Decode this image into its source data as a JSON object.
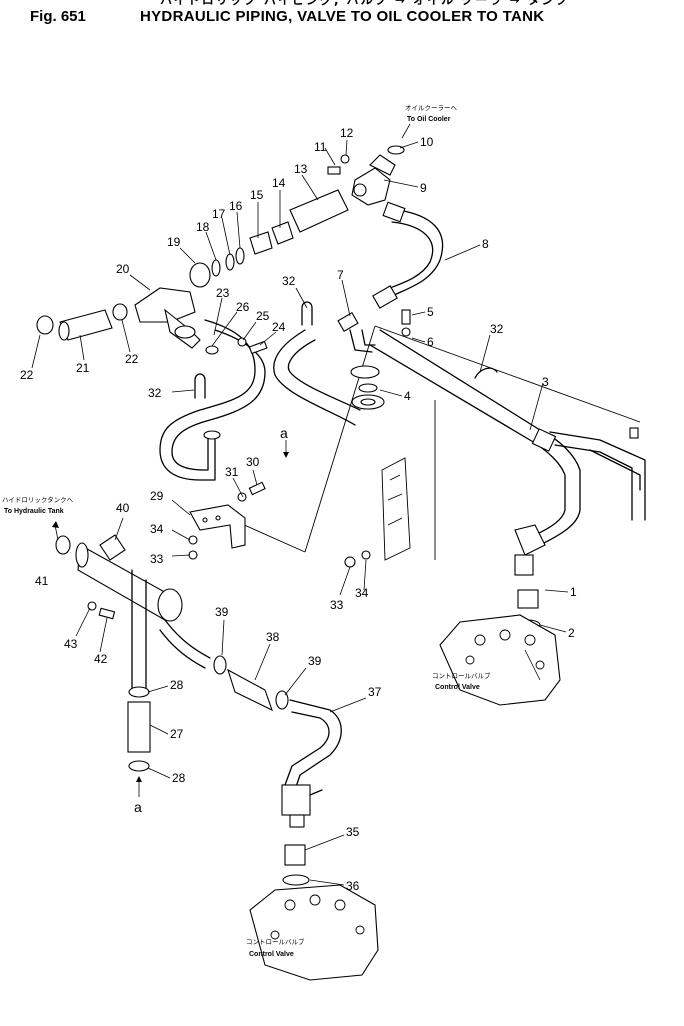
{
  "header": {
    "japanese": "ハイドロリック パイピング, バルブ → オイル クーラ → タンク",
    "fig_label": "Fig. 651",
    "title": "HYDRAULIC PIPING, VALVE TO OIL COOLER TO TANK"
  },
  "notes": {
    "oil_cooler_jp": "オイルクーラーへ",
    "oil_cooler_en": "To Oil Cooler",
    "tank_jp": "ハイドロリックタンクへ",
    "tank_en": "To Hydraulic Tank",
    "control_valve_jp": "コントロールバルブ",
    "control_valve_en": "Control Valve",
    "control_valve2_jp": "コントロールバルブ",
    "control_valve2_en": "Control Valve"
  },
  "refs": {
    "a_upper": "a",
    "a_lower": "a"
  },
  "part_numbers": {
    "p1": "1",
    "p2": "2",
    "p3": "3",
    "p4": "4",
    "p5": "5",
    "p6": "6",
    "p7": "7",
    "p8": "8",
    "p9": "9",
    "p10": "10",
    "p11": "11",
    "p12": "12",
    "p13": "13",
    "p14": "14",
    "p15": "15",
    "p16": "16",
    "p17": "17",
    "p18": "18",
    "p19": "19",
    "p20": "20",
    "p21": "21",
    "p22a": "22",
    "p22b": "22",
    "p23": "23",
    "p24": "24",
    "p25": "25",
    "p26": "26",
    "p27": "27",
    "p28a": "28",
    "p28b": "28",
    "p29": "29",
    "p30": "30",
    "p31": "31",
    "p32a": "32",
    "p32b": "32",
    "p32c": "32",
    "p33a": "33",
    "p33b": "33",
    "p34a": "34",
    "p34b": "34",
    "p35": "35",
    "p36": "36",
    "p37": "37",
    "p38": "38",
    "p39a": "39",
    "p39b": "39",
    "p40": "40",
    "p41": "41",
    "p42": "42",
    "p43": "43"
  }
}
